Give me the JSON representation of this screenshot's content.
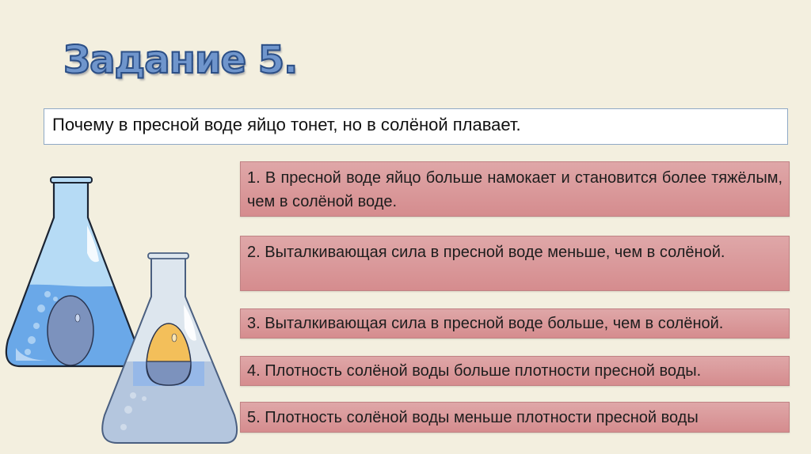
{
  "slide": {
    "title": "Задание 5.",
    "question": "Почему в пресной воде яйцо тонет, но в солёной плавает.",
    "answers": [
      {
        "label": "1. В пресной воде яйцо больше намокает и становится более тяжёлым, чем в солёной воде."
      },
      {
        "label": "2. Выталкивающая сила в пресной воде меньше, чем в солёной."
      },
      {
        "label": "3. Выталкивающая сила в пресной воде больше, чем в солёной."
      },
      {
        "label": "4. Плотность солёной воды больше плотности пресной воды."
      },
      {
        "label": "5.  Плотность солёной воды меньше плотности пресной воды"
      }
    ]
  },
  "colors": {
    "background": "#f3efdf",
    "answer_fill_top": "#dfa7a8",
    "answer_fill_bottom": "#d58c8e",
    "title_blue": "#2c4f86",
    "fresh_water": "#6aa8e8",
    "salt_water": "#b4c6de",
    "egg_floating": "#f3bf5a",
    "egg_sunk": "#7c92bd"
  },
  "illustration": {
    "flask_fresh": {
      "egg_state": "sunk"
    },
    "flask_salt": {
      "egg_state": "floating"
    }
  }
}
